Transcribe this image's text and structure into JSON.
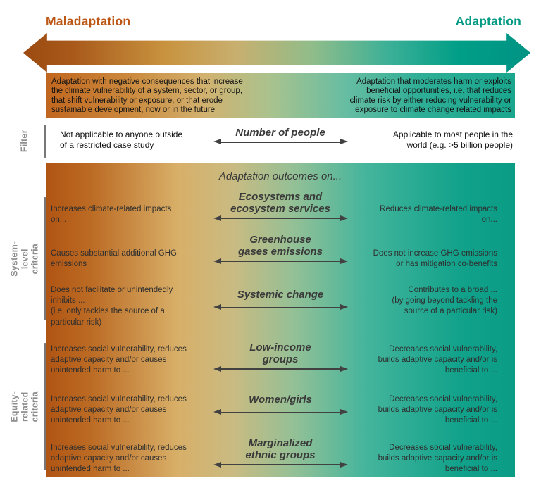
{
  "header": {
    "maladaptation": "Maladaptation",
    "adaptation": "Adaptation"
  },
  "definitions": {
    "maladaptation": "Adaptation with negative consequences that increase\nthe climate vulnerability of a system, sector, or group,\nthat shift vulnerability or exposure, or that erode\nsustainable development, now or in the future",
    "adaptation": "Adaptation that moderates harm or exploits\nbeneficial opportunities, i.e. that reduces\nclimate risk by either reducing vulnerability or\nexposure to climate change related impacts"
  },
  "filter": {
    "label": "Filter",
    "left": "Not applicable to anyone outside\nof a restricted case study",
    "center": "Number of people",
    "right": "Applicable to most people in the\nworld (e.g. >5 billion people)"
  },
  "outcomes": {
    "header": "Adaptation outcomes on...",
    "sections": [
      {
        "label": "System-level\ncriteria",
        "rows": [
          {
            "left": "Increases climate-related impacts\non...",
            "center": "Ecosystems and\necosystem services",
            "right": "Reduces climate-related impacts\non..."
          },
          {
            "left": "Causes substantial additional GHG\nemissions",
            "center": "Greenhouse\ngases emissions",
            "right": "Does not increase GHG emissions\nor has mitigation co-benefits"
          },
          {
            "left": "Does not facilitate or unintendedly\ninhibits ...\n(i.e. only tackles the source of a\nparticular risk)",
            "center": "Systemic change",
            "right": "Contributes to a broad ...\n(by going beyond tackling the\nsource of a particular risk)"
          }
        ]
      },
      {
        "label": "Equity-related\ncriteria",
        "rows": [
          {
            "left": "Increases social vulnerability, reduces\nadaptive capacity and/or causes\nunintended harm to ...",
            "center": "Low-income\ngroups",
            "right": "Decreases social vulnerability,\nbuilds adaptive capacity and/or is\nbeneficial to ..."
          },
          {
            "left": "Increases social vulnerability, reduces\nadaptive capacity and/or causes\nunintended harm to ...",
            "center": "Women/girls",
            "right": "Decreases social vulnerability,\nbuilds adaptive capacity and/or is\nbeneficial to ..."
          },
          {
            "left": "Increases social vulnerability, reduces\nadaptive capacity and/or causes\nunintended harm to ...",
            "center": "Marginalized\nethnic groups",
            "right": "Decreases social vulnerability,\nbuilds adaptive capacity and/or is\nbeneficial to ..."
          }
        ]
      }
    ]
  },
  "colors": {
    "maladaptation_accent": "#bd5715",
    "adaptation_accent": "#009a84",
    "section_label_gray": "#8c8c8c"
  }
}
